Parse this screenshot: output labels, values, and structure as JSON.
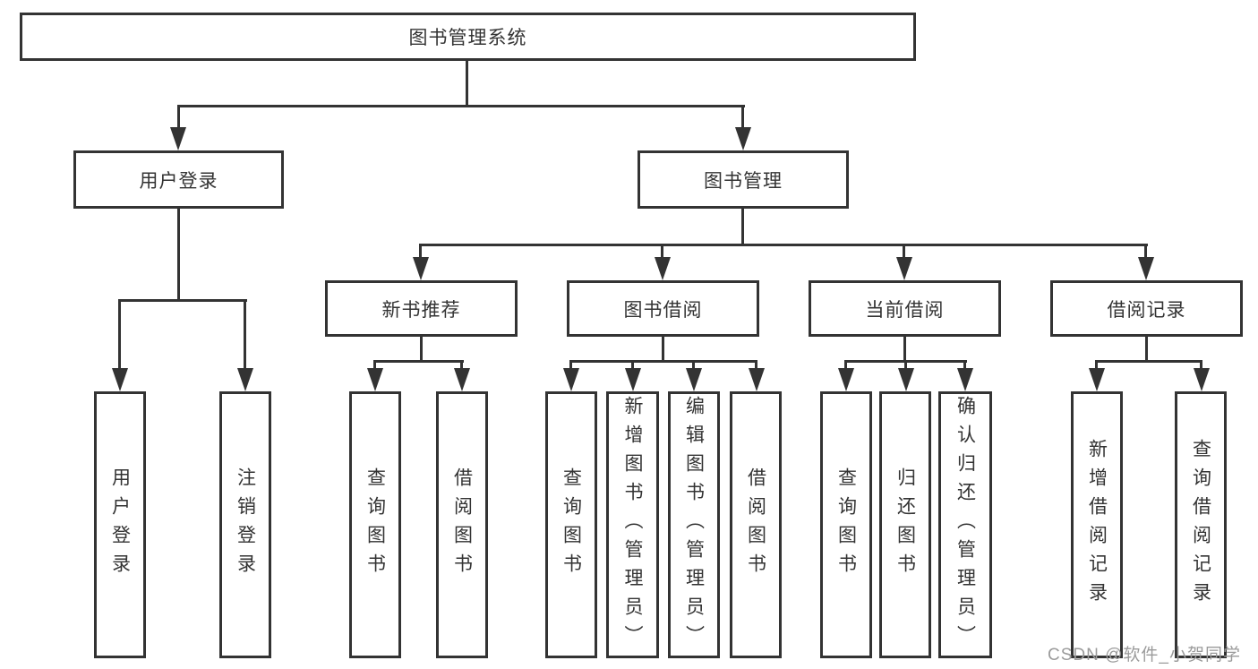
{
  "tree": {
    "root": "图书管理系统",
    "level2": [
      "用户登录",
      "图书管理"
    ],
    "level3": [
      "新书推荐",
      "图书借阅",
      "当前借阅",
      "借阅记录"
    ],
    "leaves": [
      [
        "用户登录",
        "注销登录"
      ],
      [
        "查询图书",
        "借阅图书"
      ],
      [
        "查询图书",
        "新增图书（管理员）",
        "编辑图书（管理员）",
        "借阅图书"
      ],
      [
        "查询图书",
        "归还图书",
        "确认归还（管理员）"
      ],
      [
        "新增借阅记录",
        "查询借阅记录"
      ]
    ]
  },
  "watermark": "CSDN @软件_小贺同学",
  "colors": {
    "line": "#333333",
    "text": "#333333",
    "background": "#ffffff",
    "watermark": "#9b9b9b"
  }
}
